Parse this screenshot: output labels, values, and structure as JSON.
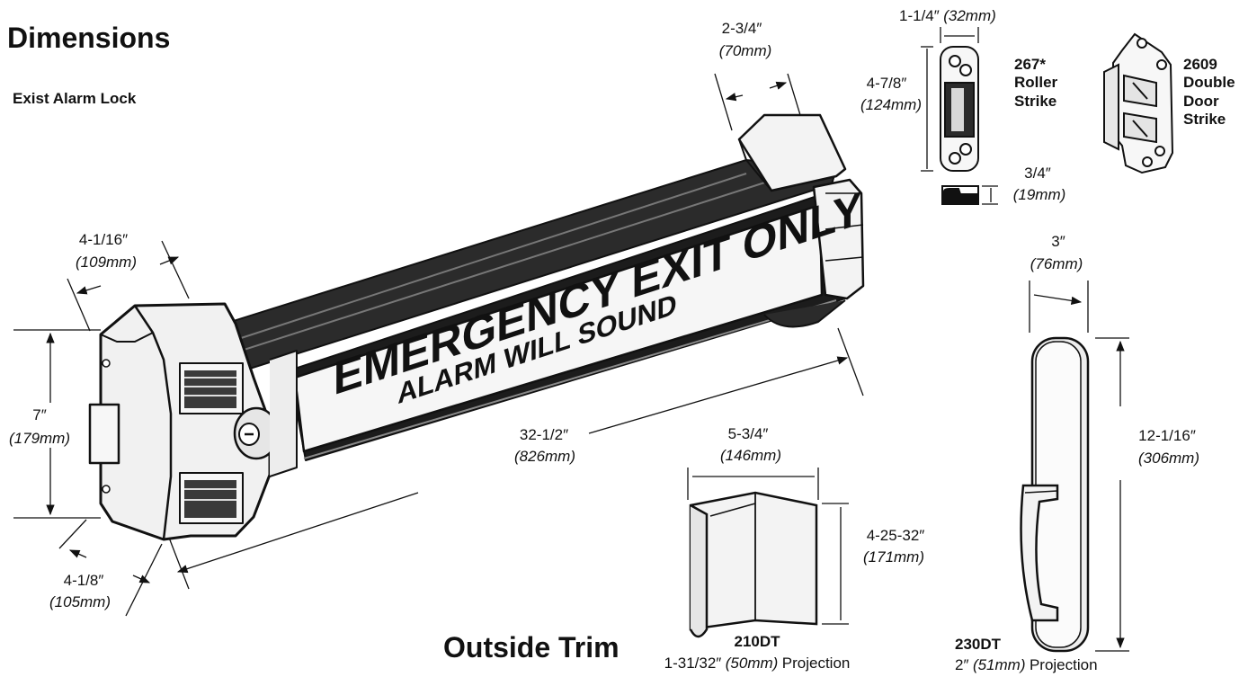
{
  "heading": {
    "title": "Dimensions",
    "subtitle": "Exist Alarm Lock"
  },
  "lock": {
    "sign_main": "EMERGENCY EXIT ONLY",
    "sign_sub": "ALARM WILL SOUND",
    "dim_depth_top": {
      "imperial": "4-1/16″",
      "metric": "(109mm)"
    },
    "dim_height": {
      "imperial": "7″",
      "metric": "(179mm)"
    },
    "dim_depth_bottom": {
      "imperial": "4-1/8″",
      "metric": "(105mm)"
    },
    "dim_length": {
      "imperial": "32-1/2″",
      "metric": "(826mm)"
    },
    "dim_rail_width": {
      "imperial": "2-3/4″",
      "metric": "(70mm)"
    }
  },
  "strike_267": {
    "label_lines": [
      "267*",
      "Roller",
      "Strike"
    ],
    "dim_width": {
      "imperial": "1-1/4″",
      "metric": "(32mm)"
    },
    "dim_height": {
      "imperial": "4-7/8″",
      "metric": "(124mm)"
    },
    "dim_thickness": {
      "imperial": "3/4″",
      "metric": "(19mm)"
    }
  },
  "strike_2609": {
    "label_lines": [
      "2609",
      "Double",
      "Door",
      "Strike"
    ]
  },
  "trim": {
    "section_title": "Outside Trim",
    "trim_210dt": {
      "model": "210DT",
      "dim_width": {
        "imperial": "5-3/4″",
        "metric": "(146mm)"
      },
      "dim_height": {
        "imperial": "4-25-32″",
        "metric": "(171mm)"
      },
      "projection": {
        "imperial": "1-31/32″",
        "metric": "(50mm)",
        "suffix": "Projection"
      }
    },
    "trim_230dt": {
      "model": "230DT",
      "dim_width": {
        "imperial": "3″",
        "metric": "(76mm)"
      },
      "dim_height": {
        "imperial": "12-1/16″",
        "metric": "(306mm)"
      },
      "projection": {
        "imperial": "2″",
        "metric": "(51mm)",
        "suffix": "Projection"
      }
    }
  }
}
